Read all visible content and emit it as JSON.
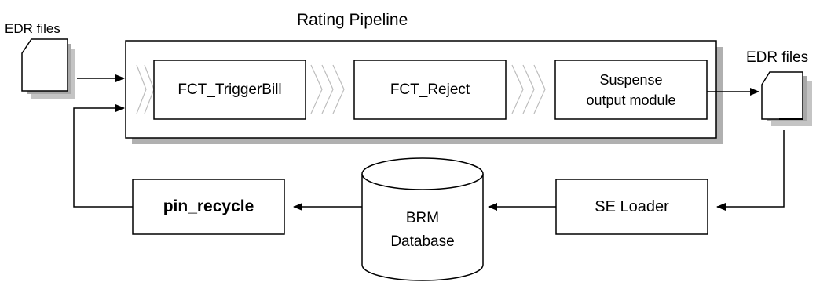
{
  "pipeline": {
    "title": "Rating Pipeline",
    "modules": [
      {
        "label": "FCT_TriggerBill"
      },
      {
        "label": "FCT_Reject"
      },
      {
        "label_line1": "Suspense",
        "label_line2": "output module"
      }
    ]
  },
  "edr_input": {
    "label": "EDR files",
    "icon": "document-stack-icon"
  },
  "edr_output": {
    "label": "EDR files",
    "icon": "document-stack-icon"
  },
  "se_loader": {
    "label": "SE Loader"
  },
  "database": {
    "label_line1": "BRM",
    "label_line2": "Database",
    "icon": "database-cylinder-icon"
  },
  "pin_recycle": {
    "label": "pin_recycle"
  }
}
